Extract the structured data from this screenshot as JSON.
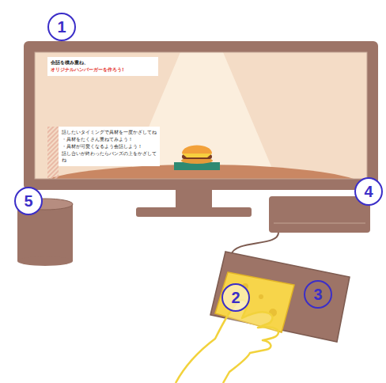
{
  "diagram": {
    "nodes": [
      {
        "text": [
          "会話を積み重ね、",
          "オリジナルハンバーガーを作ろう!"
        ]
      },
      {
        "text": [
          "話したいタイミングで具材を一度かざしてね",
          "・具材をたくさん重ねてみよう！",
          "・具材が可愛くなるよう会話しよう！",
          "話し合いが終わったらバンズの上をかざしてね"
        ]
      }
    ],
    "labels": [
      "1",
      "2",
      "3",
      "4",
      "5"
    ]
  }
}
